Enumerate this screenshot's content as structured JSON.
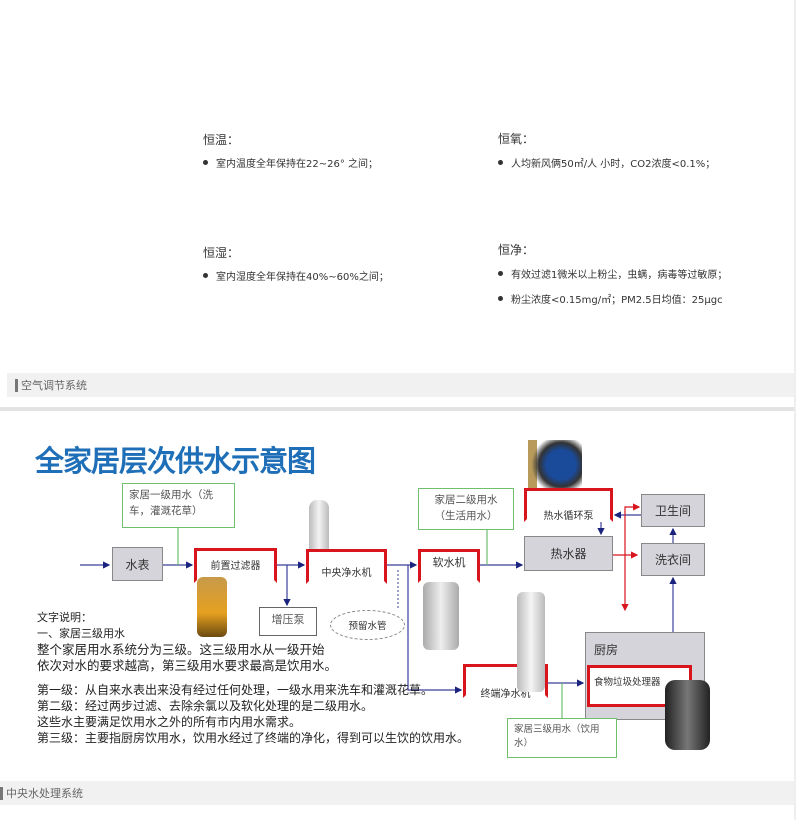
{
  "features": [
    {
      "title": "恒温：",
      "items": [
        "室内温度全年保持在22~26° 之间；"
      ]
    },
    {
      "title": "恒氧：",
      "items": [
        "人均新风俩50㎡/人 小时，CO2浓度<0.1%；"
      ]
    },
    {
      "title": "恒湿：",
      "items": [
        "室内湿度全年保持在40%~60%之间；"
      ]
    },
    {
      "title": "恒净：",
      "items": [
        "有效过滤1微米以上粉尘，虫螨，病毒等过敏原；",
        "粉尘浓度<0.15mg/㎡；PM2.5日均值：25μgc"
      ]
    }
  ],
  "sections": {
    "air": "空气调节系统",
    "water": "中央水处理系统"
  },
  "diagram": {
    "title": "全家居层次供水示意图",
    "level1": "家居一级用水（洗车，灌溉花草）",
    "level2": "家居二级用水（生活用水）",
    "level3": "家居三级用水（饮用水）",
    "meter": "水表",
    "prefilter": "前置过滤器",
    "booster": "增压泵",
    "central": "中央净水机",
    "reserved": "预留水管",
    "softener": "软水机",
    "pump": "热水循环泵",
    "heater": "热水器",
    "bathroom": "卫生间",
    "laundry": "洗衣间",
    "kitchen": "厨房",
    "disposer": "食物垃圾处理器",
    "terminal": "终端净水机",
    "desc": [
      "文字说明：",
      "一、家居三级用水",
      "整个家居用水系统分为三级。这三级用水从一级开始",
      "依次对水的要求越高，第三级用水要求最高是饮用水。",
      "",
      "第一级：从自来水表出来没有经过任何处理，一级水用来洗车和灌溉花草。",
      "第二级：经过两步过滤、去除余氯以及软化处理的是二级用水。",
      "这些水主要满足饮用水之外的所有市内用水需求。",
      "第三级：主要指厨房饮用水，饮用水经过了终端的净化，得到可以生饮的饮用水。"
    ]
  }
}
